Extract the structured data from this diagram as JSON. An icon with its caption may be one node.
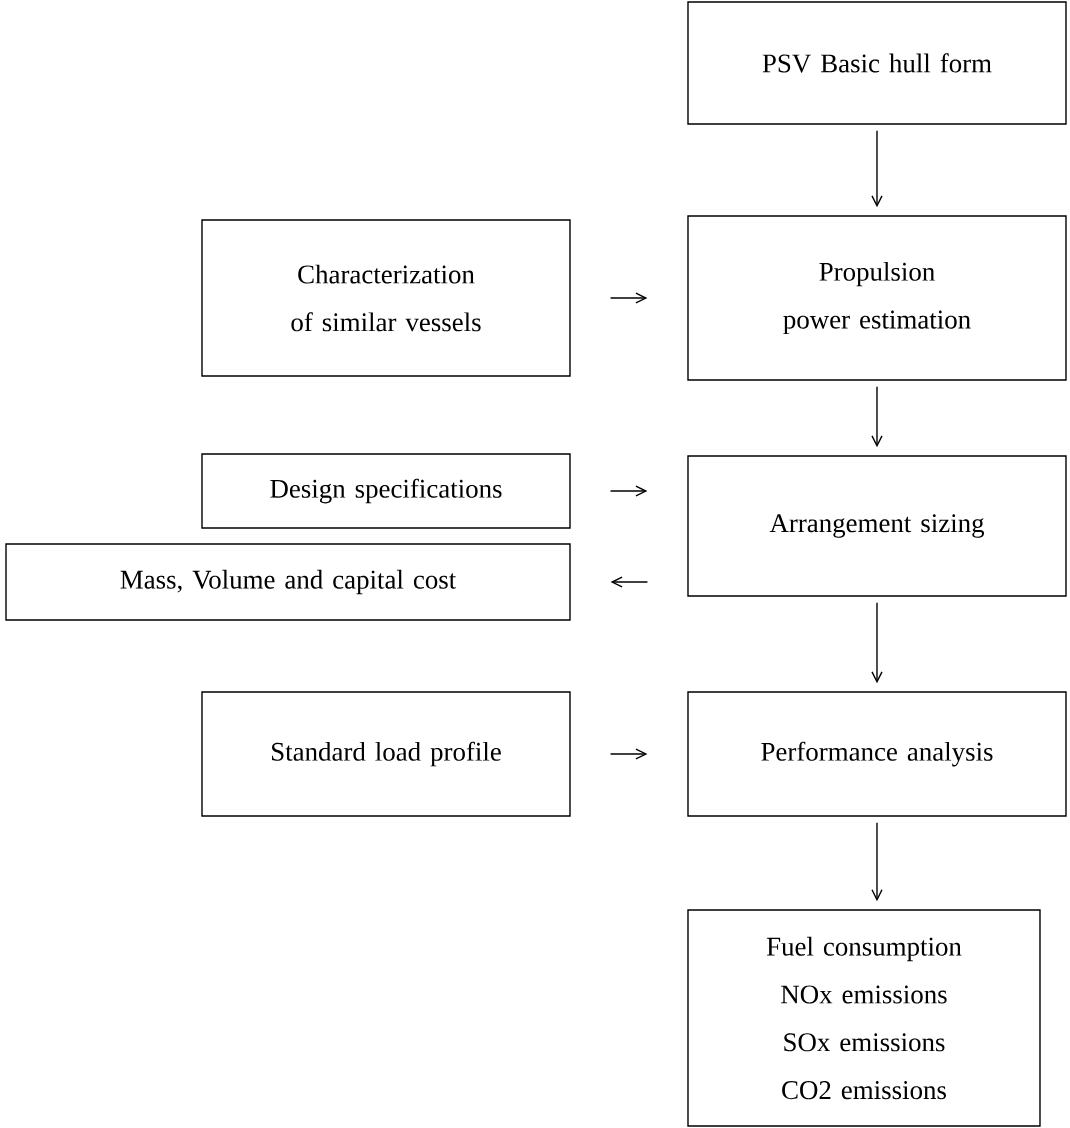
{
  "diagram": {
    "nodes": [
      {
        "text": [
          "PSV Basic hull form"
        ]
      },
      {
        "text": [
          "Characterization of similar vessels"
        ]
      },
      {
        "text": [
          "Propulsion power estimation"
        ]
      },
      {
        "text": [
          "Design specifications"
        ]
      },
      {
        "text": [
          "Arrangement sizing"
        ]
      },
      {
        "text": [
          "Mass, Volume and capital cost"
        ]
      },
      {
        "text": [
          "Standard load profile"
        ]
      },
      {
        "text": [
          "Performance analysis"
        ]
      },
      {
        "text": [
          "Fuel consumption",
          "NOx emissions",
          "SOx emissions",
          "CO2 emissions"
        ]
      }
    ],
    "edges": [
      {
        "from": 0,
        "to": 2,
        "arrow": "to"
      },
      {
        "from": 1,
        "to": 2,
        "arrow": "to"
      },
      {
        "from": 2,
        "to": 4,
        "arrow": "to"
      },
      {
        "from": 3,
        "to": 4,
        "arrow": "to"
      },
      {
        "from": 4,
        "to": 5,
        "arrow": "to"
      },
      {
        "from": 4,
        "to": 7,
        "arrow": "to"
      },
      {
        "from": 6,
        "to": 7,
        "arrow": "to"
      },
      {
        "from": 7,
        "to": 8,
        "arrow": "to"
      }
    ]
  }
}
